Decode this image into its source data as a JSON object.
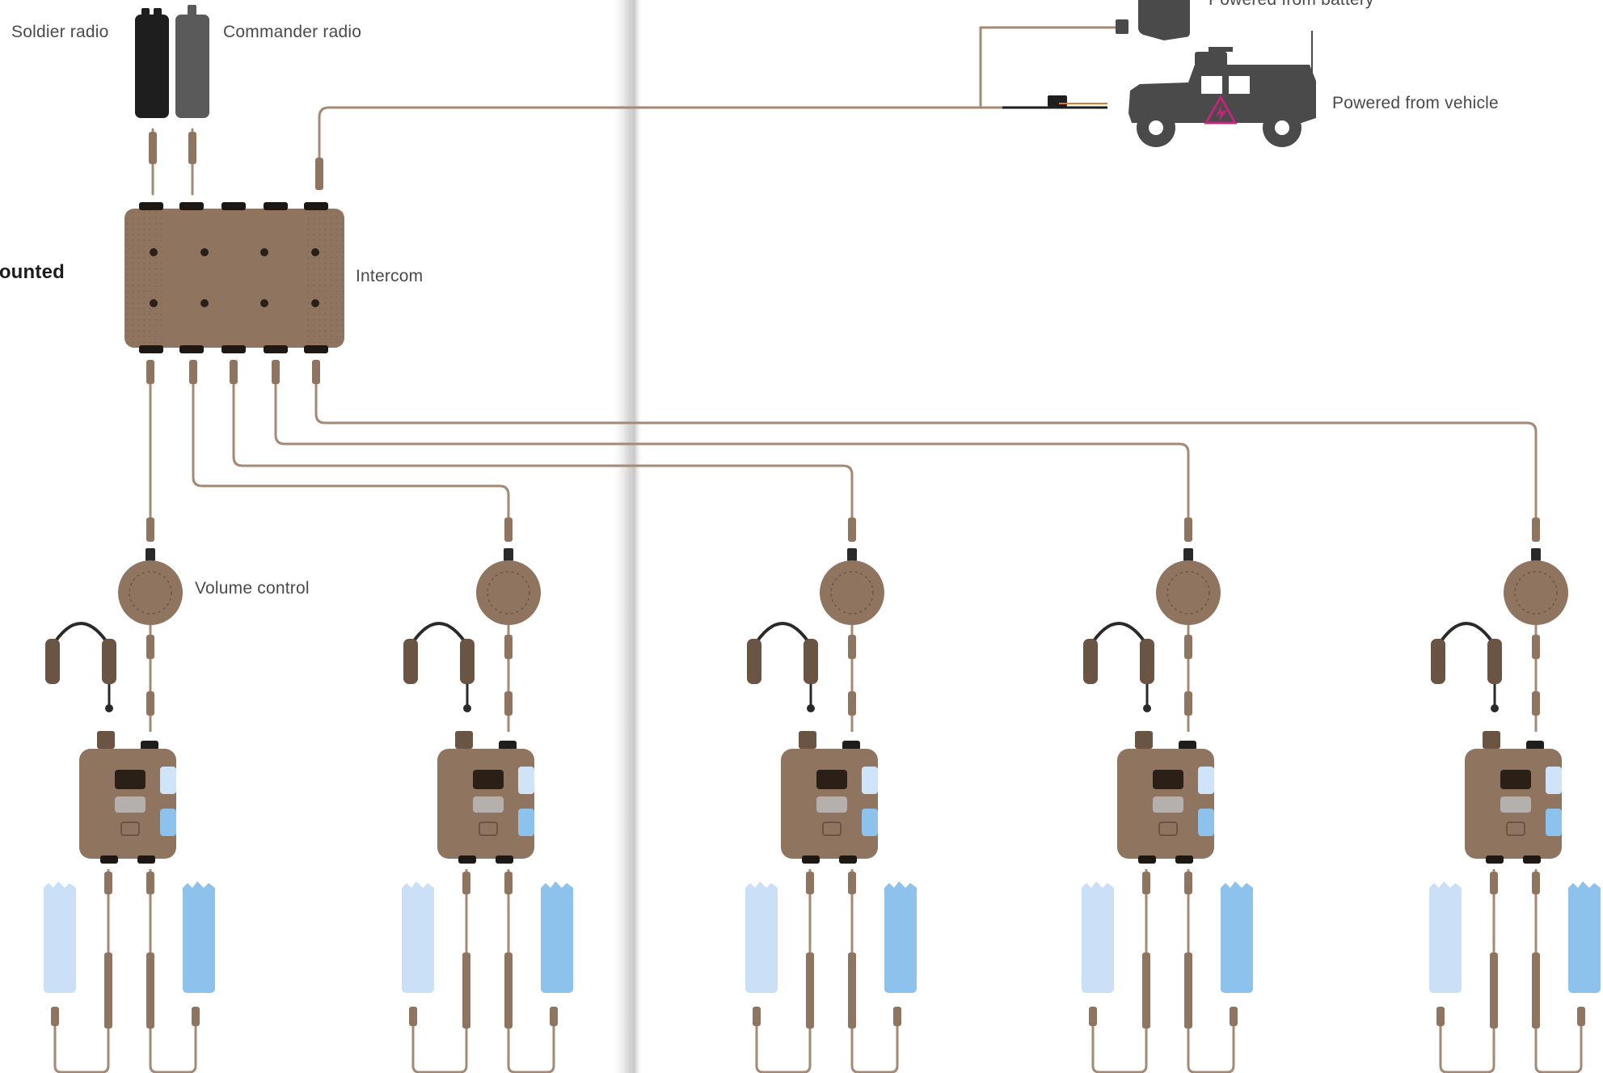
{
  "labels": {
    "mode_title": "Mounted",
    "soldier_radio": "Soldier radio",
    "commander_radio": "Commander radio",
    "intercom": "Intercom",
    "volume_control": "Volume control",
    "powered_battery": "Powered from battery",
    "powered_vehicle": "Powered from vehicle"
  },
  "colors": {
    "cable": "#a48a74",
    "device_body": "#8f7560",
    "device_dark": "#6a5444",
    "radio_soldier": "#1e1e1e",
    "radio_commander": "#5a5a5a",
    "vehicle": "#4a4a4a",
    "vehicle_mark": "#c0267a",
    "radio_light": "#c9e0f7",
    "radio_mid": "#8cc2ec",
    "button_light": "#cfe4f8",
    "button_mid": "#8cc2ec",
    "page_fold": "#e9e9e9"
  },
  "icons": [
    "radio-icon",
    "intercom-icon",
    "volume-knob-icon",
    "headset-icon",
    "control-unit-icon",
    "vehicle-icon",
    "battery-icon",
    "coiled-cable-icon"
  ],
  "stations": 5
}
